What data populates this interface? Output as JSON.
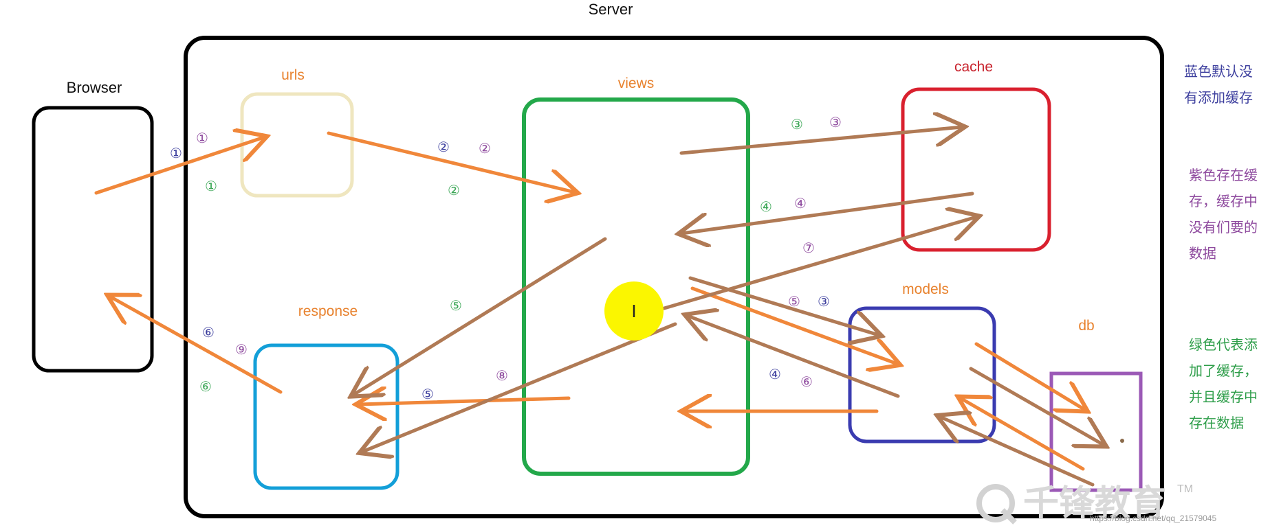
{
  "title": "Server",
  "colors": {
    "orange": "#f0873a",
    "brown": "#b07a55",
    "blue_step": "#3d3f9e",
    "purple_step": "#8e4a9e",
    "green_step": "#3aa655",
    "urls_box": "#efe6bf",
    "views_box": "#23a84a",
    "cache_box": "#d9202e",
    "models_box": "#3a3bb0",
    "response_box": "#139fd8",
    "db_box": "#9b59b6",
    "cursor_highlight": "#fbf600"
  },
  "nodes": {
    "browser": "Browser",
    "urls": "urls",
    "views": "views",
    "cache": "cache",
    "models": "models",
    "response": "response",
    "db": "db"
  },
  "step_markers": {
    "browser_urls_blue": "①",
    "browser_urls_purple": "①",
    "browser_urls_green": "①",
    "urls_views_blue": "②",
    "urls_views_purple": "②",
    "urls_views_green": "②",
    "views_cache_green": "③",
    "views_cache_purple": "③",
    "cache_views_green": "④",
    "cache_views_purple": "④",
    "models_cache_purple": "⑦",
    "views_response_green": "⑤",
    "views_models_purple": "⑤",
    "views_models_blue": "③",
    "models_views_blue": "④",
    "models_views_purple": "⑥",
    "views_response_blue": "⑤",
    "views_response_purple": "⑧",
    "response_browser_blue": "⑥",
    "response_browser_purple": "⑨",
    "response_browser_green": "⑥"
  },
  "legend": {
    "blue_lines": [
      "蓝色默认没",
      "有添加缓存"
    ],
    "purple_lines": [
      "紫色存在缓",
      "存，缓存中",
      "没有们要的",
      "数据"
    ],
    "green_lines": [
      "绿色代表添",
      "加了缓存，",
      "并且缓存中",
      "存在数据"
    ]
  },
  "watermark": {
    "brand": "千锋教育",
    "trademark": "TM",
    "url": "https://blog.csdn.net/qq_21579045"
  }
}
